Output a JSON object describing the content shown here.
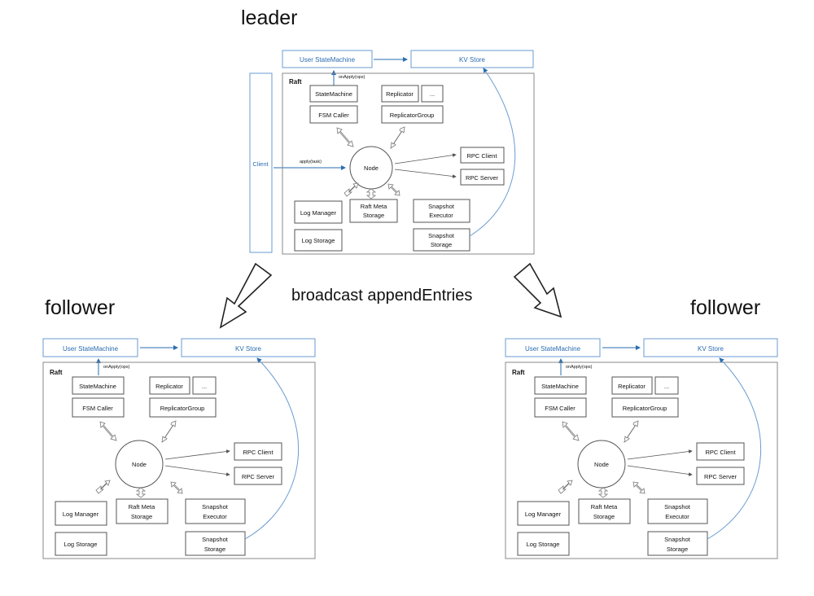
{
  "headings": {
    "leader": "leader",
    "follower_left": "follower",
    "follower_right": "follower",
    "broadcast": "broadcast appendEntries"
  },
  "colors": {
    "blue": "#2a6db0",
    "blue_border": "#6a9bd0",
    "gray_border": "#888888",
    "box_border": "#555555",
    "text": "#111111"
  },
  "leader": {
    "user_state_machine": "User StateMachine",
    "kv_store": "KV Store",
    "on_apply": "onApply(ops)",
    "raft": "Raft",
    "client": "Client",
    "apply_task": "apply(task)",
    "state_machine": "StateMachine",
    "fsm_caller": "FSM Caller",
    "replicator": "Replicator",
    "ellipsis": "...",
    "replicator_group": "ReplicatorGroup",
    "node": "Node",
    "rpc_client": "RPC Client",
    "rpc_server": "RPC Server",
    "log_manager": "Log Manager",
    "raft_meta_storage_1": "Raft Meta",
    "raft_meta_storage_2": "Storage",
    "snapshot_executor_1": "Snapshot",
    "snapshot_executor_2": "Executor",
    "log_storage": "Log Storage",
    "snapshot_storage_1": "Snapshot",
    "snapshot_storage_2": "Storage"
  },
  "follower_left": {
    "user_state_machine": "User StateMachine",
    "kv_store": "KV Store",
    "on_apply": "onApply(ops)",
    "raft": "Raft",
    "state_machine": "StateMachine",
    "fsm_caller": "FSM Caller",
    "replicator": "Replicator",
    "ellipsis": "...",
    "replicator_group": "ReplicatorGroup",
    "node": "Node",
    "rpc_client": "RPC Client",
    "rpc_server": "RPC Server",
    "log_manager": "Log Manager",
    "raft_meta_storage_1": "Raft Meta",
    "raft_meta_storage_2": "Storage",
    "snapshot_executor_1": "Snapshot",
    "snapshot_executor_2": "Executor",
    "log_storage": "Log Storage",
    "snapshot_storage_1": "Snapshot",
    "snapshot_storage_2": "Storage"
  },
  "follower_right": {
    "user_state_machine": "User StateMachine",
    "kv_store": "KV Store",
    "on_apply": "onApply(ops)",
    "raft": "Raft",
    "state_machine": "StateMachine",
    "fsm_caller": "FSM Caller",
    "replicator": "Replicator",
    "ellipsis": "...",
    "replicator_group": "ReplicatorGroup",
    "node": "Node",
    "rpc_client": "RPC Client",
    "rpc_server": "RPC Server",
    "log_manager": "Log Manager",
    "raft_meta_storage_1": "Raft Meta",
    "raft_meta_storage_2": "Storage",
    "snapshot_executor_1": "Snapshot",
    "snapshot_executor_2": "Executor",
    "log_storage": "Log Storage",
    "snapshot_storage_1": "Snapshot",
    "snapshot_storage_2": "Storage"
  }
}
